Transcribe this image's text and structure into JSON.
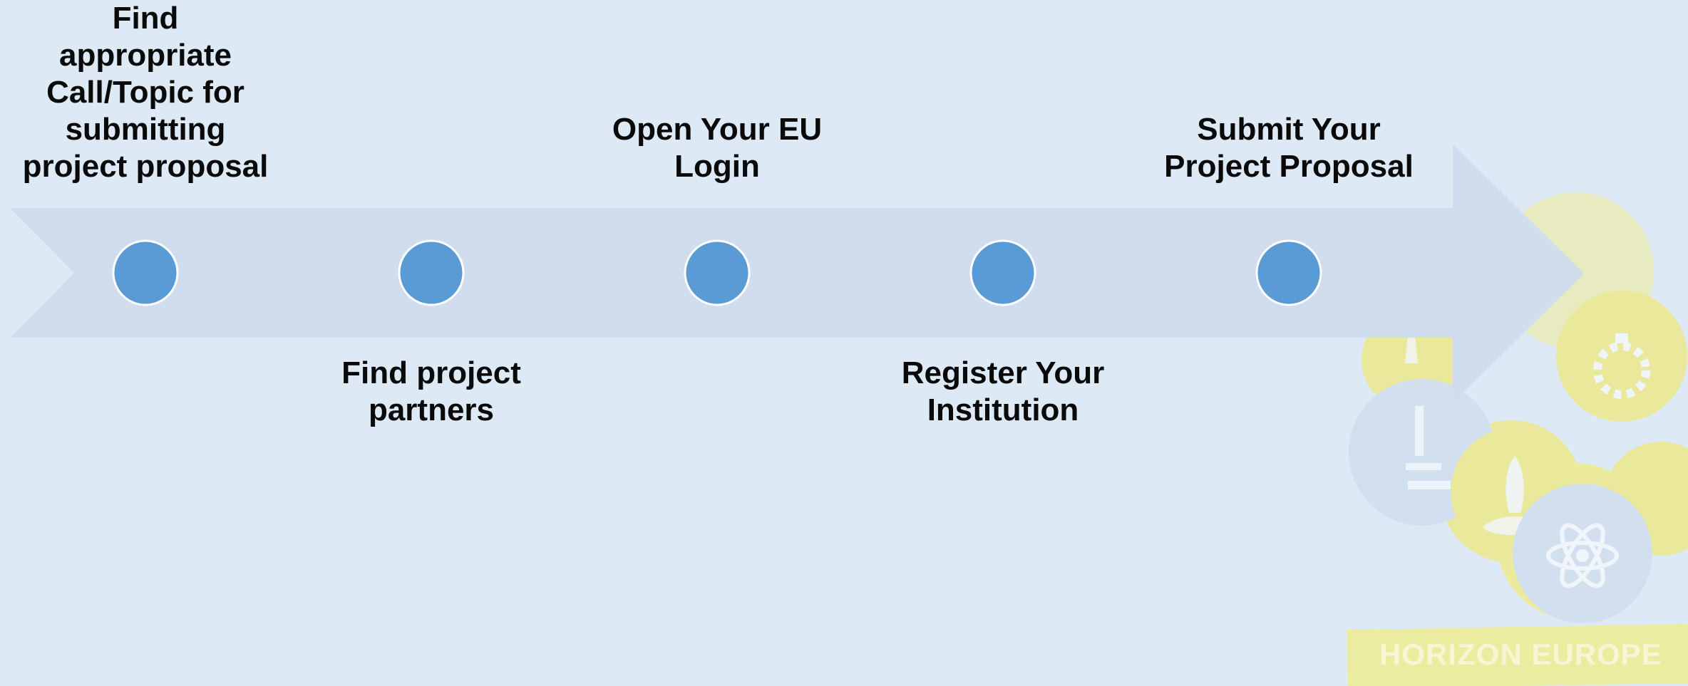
{
  "process": {
    "steps": [
      {
        "order": 1,
        "label": "Find\nappropriate\nCall/Topic for\nsubmitting\nproject proposal",
        "placement": "above"
      },
      {
        "order": 2,
        "label": "Find project\npartners",
        "placement": "below"
      },
      {
        "order": 3,
        "label": "Open Your EU\nLogin",
        "placement": "above"
      },
      {
        "order": 4,
        "label": "Register Your\nInstitution",
        "placement": "below"
      },
      {
        "order": 5,
        "label": "Submit Your\nProject Proposal",
        "placement": "above"
      }
    ]
  },
  "decoration": {
    "logo_text": "HORIZON EUROPE",
    "icons": [
      "lightbulb-icon",
      "gear-icon",
      "microscope-icon",
      "rocket-icon",
      "atom-icon"
    ]
  },
  "colors": {
    "background": "#dde9f5",
    "arrow": "#d0ddee",
    "node": "#5b9bd5",
    "node_border": "#ffffff",
    "logo_yellow": "#f7ef5a"
  }
}
